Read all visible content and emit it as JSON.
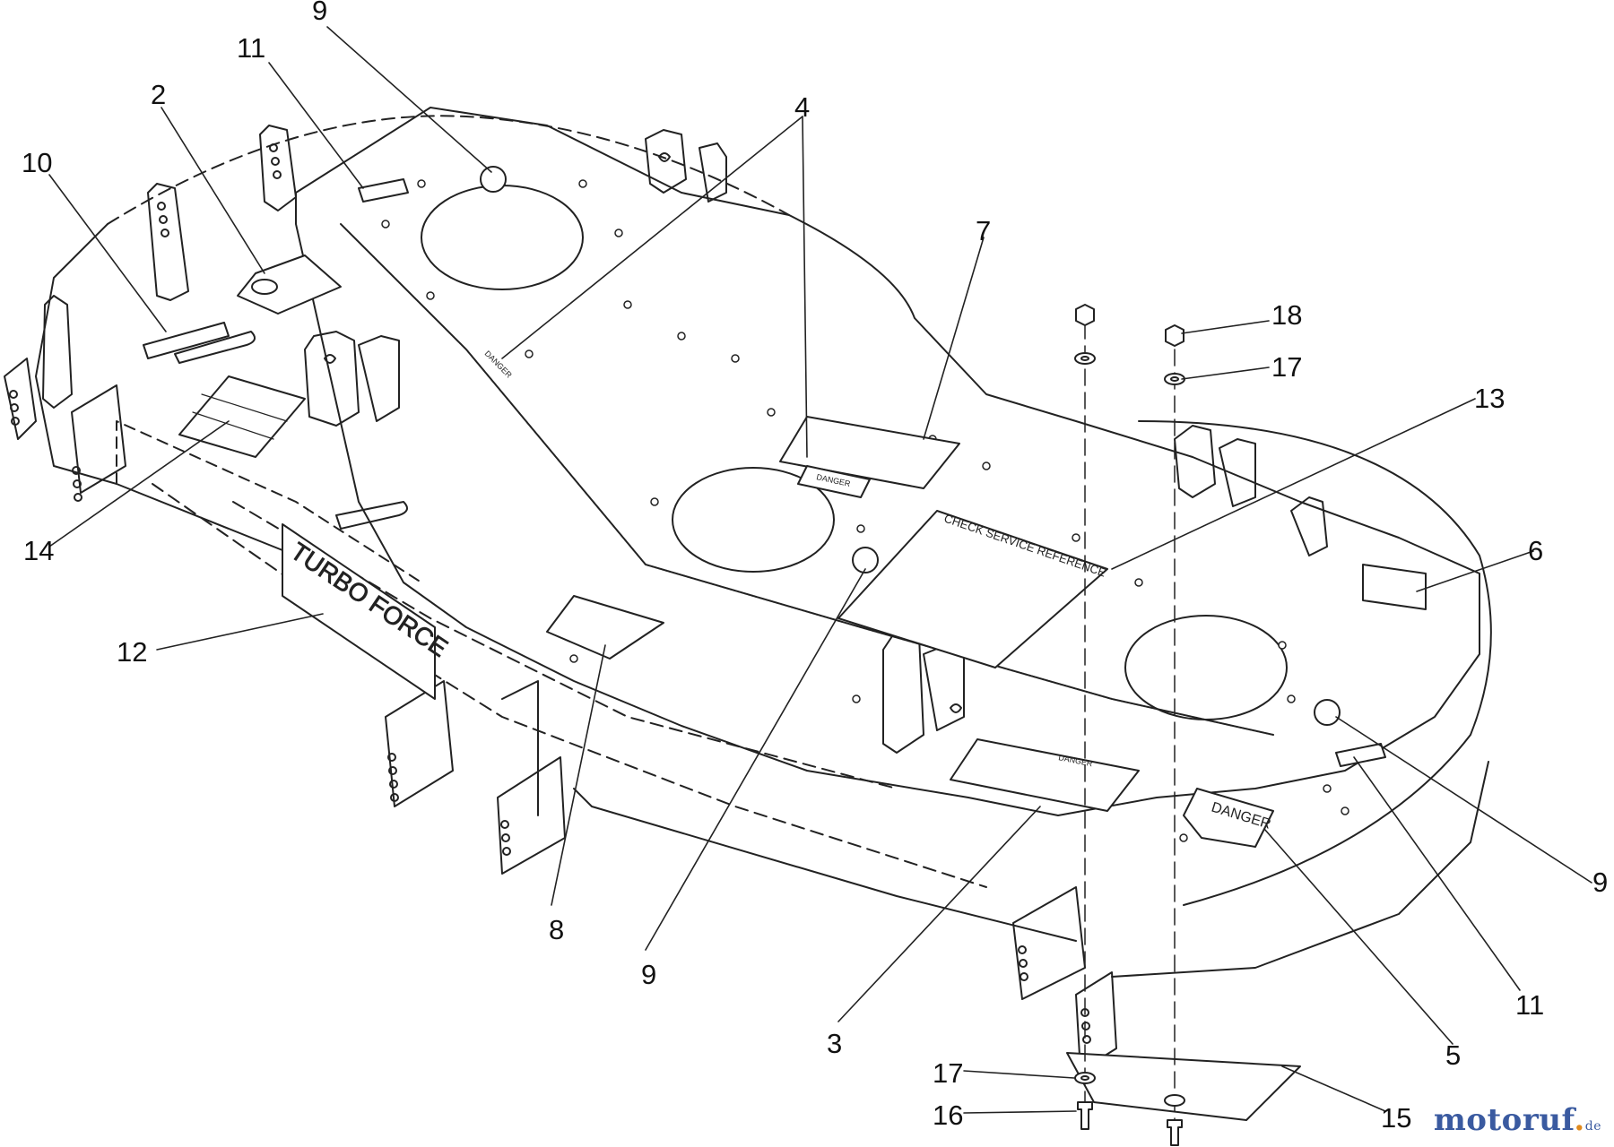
{
  "callouts": [
    {
      "id": "c-9-a",
      "label": "9"
    },
    {
      "id": "c-11-a",
      "label": "11"
    },
    {
      "id": "c-2",
      "label": "2"
    },
    {
      "id": "c-10",
      "label": "10"
    },
    {
      "id": "c-4",
      "label": "4"
    },
    {
      "id": "c-7",
      "label": "7"
    },
    {
      "id": "c-18",
      "label": "18"
    },
    {
      "id": "c-17-a",
      "label": "17"
    },
    {
      "id": "c-13",
      "label": "13"
    },
    {
      "id": "c-6",
      "label": "6"
    },
    {
      "id": "c-14",
      "label": "14"
    },
    {
      "id": "c-12",
      "label": "12"
    },
    {
      "id": "c-8",
      "label": "8"
    },
    {
      "id": "c-9-b",
      "label": "9"
    },
    {
      "id": "c-3",
      "label": "3"
    },
    {
      "id": "c-5",
      "label": "5"
    },
    {
      "id": "c-9-c",
      "label": "9"
    },
    {
      "id": "c-11-b",
      "label": "11"
    },
    {
      "id": "c-17-b",
      "label": "17"
    },
    {
      "id": "c-16",
      "label": "16"
    },
    {
      "id": "c-15",
      "label": "15"
    }
  ],
  "decals": {
    "turbo_force": "TURBO FORCE",
    "check_service": "CHECK SERVICE REFERENCE",
    "danger_large": "DANGER",
    "danger_small": "DANGER",
    "danger_front": "DANGER",
    "danger_back": "DANGER"
  },
  "watermark": {
    "brand": "motoruf",
    "tld": "de"
  }
}
